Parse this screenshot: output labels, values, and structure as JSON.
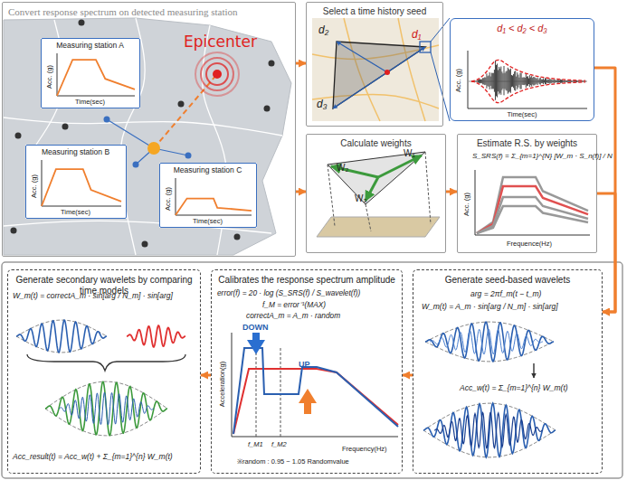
{
  "diagram": {
    "nodes": [
      {
        "text": [
          "Convert response spectrum on detected measuring station"
        ]
      },
      {
        "text": [
          "Measuring station A",
          "Acc. (g)",
          "Time(sec)"
        ],
        "in": 0
      },
      {
        "text": [
          "Measuring station B",
          "Acc. (g)",
          "Time(sec)"
        ],
        "in": 0
      },
      {
        "text": [
          "Measuring station C",
          "Acc. (g)",
          "Time(sec)"
        ],
        "in": 0
      },
      {
        "text": [
          "Select a time history seed"
        ]
      },
      {
        "text": [
          "d₁ < d₂ < d₃",
          "Acc. (g)",
          "Time(sec)"
        ]
      },
      {
        "text": [
          "Calculate weights"
        ]
      },
      {
        "text": [
          "Estimate R.S. by weights"
        ]
      },
      {
        "text": [
          "Generate secondary wavelets by comparing time models"
        ]
      },
      {
        "text": [
          "Calibrates the response spectrum amplitude"
        ]
      },
      {
        "text": [
          "Generate seed-based wavelets"
        ]
      }
    ],
    "edges": [
      {
        "from": 0,
        "to": 4,
        "arrow": "to"
      },
      {
        "from": 0,
        "to": 6,
        "arrow": "to"
      },
      {
        "from": 6,
        "to": 7,
        "arrow": "to"
      },
      {
        "from": 5,
        "to": 10,
        "arrow": "to"
      },
      {
        "from": 7,
        "to": 10,
        "arrow": "to"
      },
      {
        "from": 10,
        "to": 9,
        "arrow": "to"
      },
      {
        "from": 9,
        "to": 8,
        "arrow": "to"
      }
    ],
    "labels": [
      "Epicenter",
      "d₁",
      "d₂",
      "d₃",
      "W₁",
      "W₂",
      "W₃",
      "S_SRS(f) = Σ_{m=1}^{N} [W_m · S_n(f)] / N",
      "Acc. (g)",
      "Frequence(Hz)",
      "arg = 2πf_m(t − t_m)",
      "W_m(t) = A_m · sin[arg / N_m] · sin[arg]",
      "Acc_w(t) = Σ_{m=1}^{n} W_m(t)",
      "error(f) = 20 · log (S_SRS(f) / S_wavelet(f))",
      "f_M = error⁻¹(MAX)",
      "correctA_m = A_m · random",
      "DOWN",
      "UP",
      "Acceleration(g)",
      "Frequency(Hz)",
      "f_M1",
      "f_M2",
      "※random : 0.95 ~ 1.05 Randomvalue",
      "W_m(t) = correctA_m · sin[arg / N_m] · sin[arg]",
      "Acc_result(t) = Acc_w(t) + Σ_{m=1}^{n} W_m(t)"
    ]
  }
}
